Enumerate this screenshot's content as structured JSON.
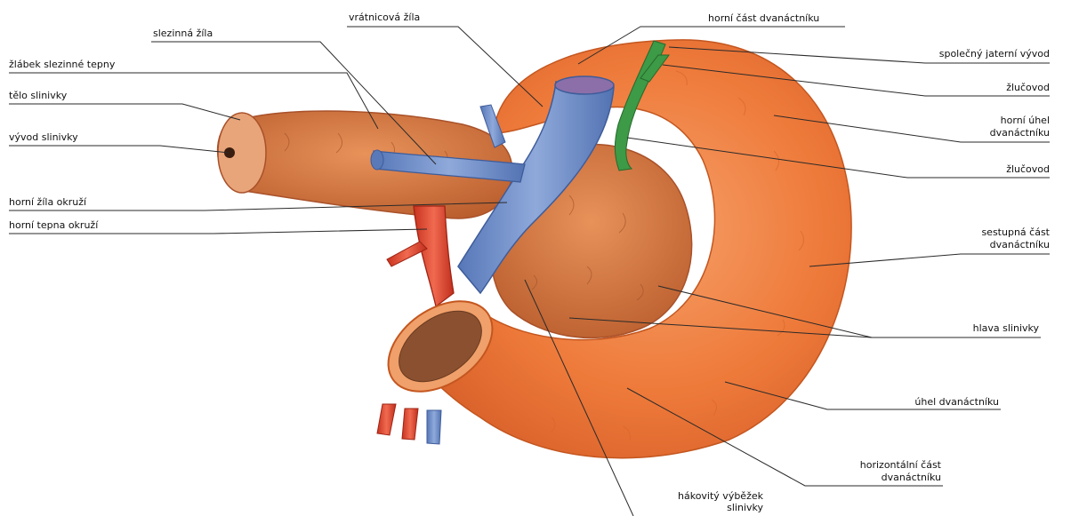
{
  "colors": {
    "duodenum": "#F07C3C",
    "pancreas": "#D9743A",
    "vein": "#6F8FCB",
    "artery": "#E24A32",
    "duct": "#3D9A46",
    "leader": "#2a2a2a"
  },
  "labels": {
    "portal_vein": "vrátnicová žíla",
    "splenic_vein": "slezinná žíla",
    "splenic_artery_groove": "žlábek slezinné tepny",
    "pancreas_body": "tělo slinivky",
    "pancreatic_duct": "vývod slinivky",
    "superior_mesenteric_vein": "horní žíla okruží",
    "superior_mesenteric_artery": "horní tepna okruží",
    "superior_duodenum": "horní část dvanáctníku",
    "common_hepatic_duct": "společný jaterní vývod",
    "bile_duct_top": "žlučovod",
    "superior_flexure_line1": "horní úhel",
    "superior_flexure_line2": "dvanáctníku",
    "bile_duct_mid": "žlučovod",
    "descending_line1": "sestupná část",
    "descending_line2": "dvanáctníku",
    "pancreas_head": "hlava slinivky",
    "duodenal_angle": "úhel dvanáctníku",
    "horizontal_line1": "horizontální část",
    "horizontal_line2": "dvanáctníku",
    "uncinate_line1": "hákovitý výběžek",
    "uncinate_line2": "slinivky"
  }
}
